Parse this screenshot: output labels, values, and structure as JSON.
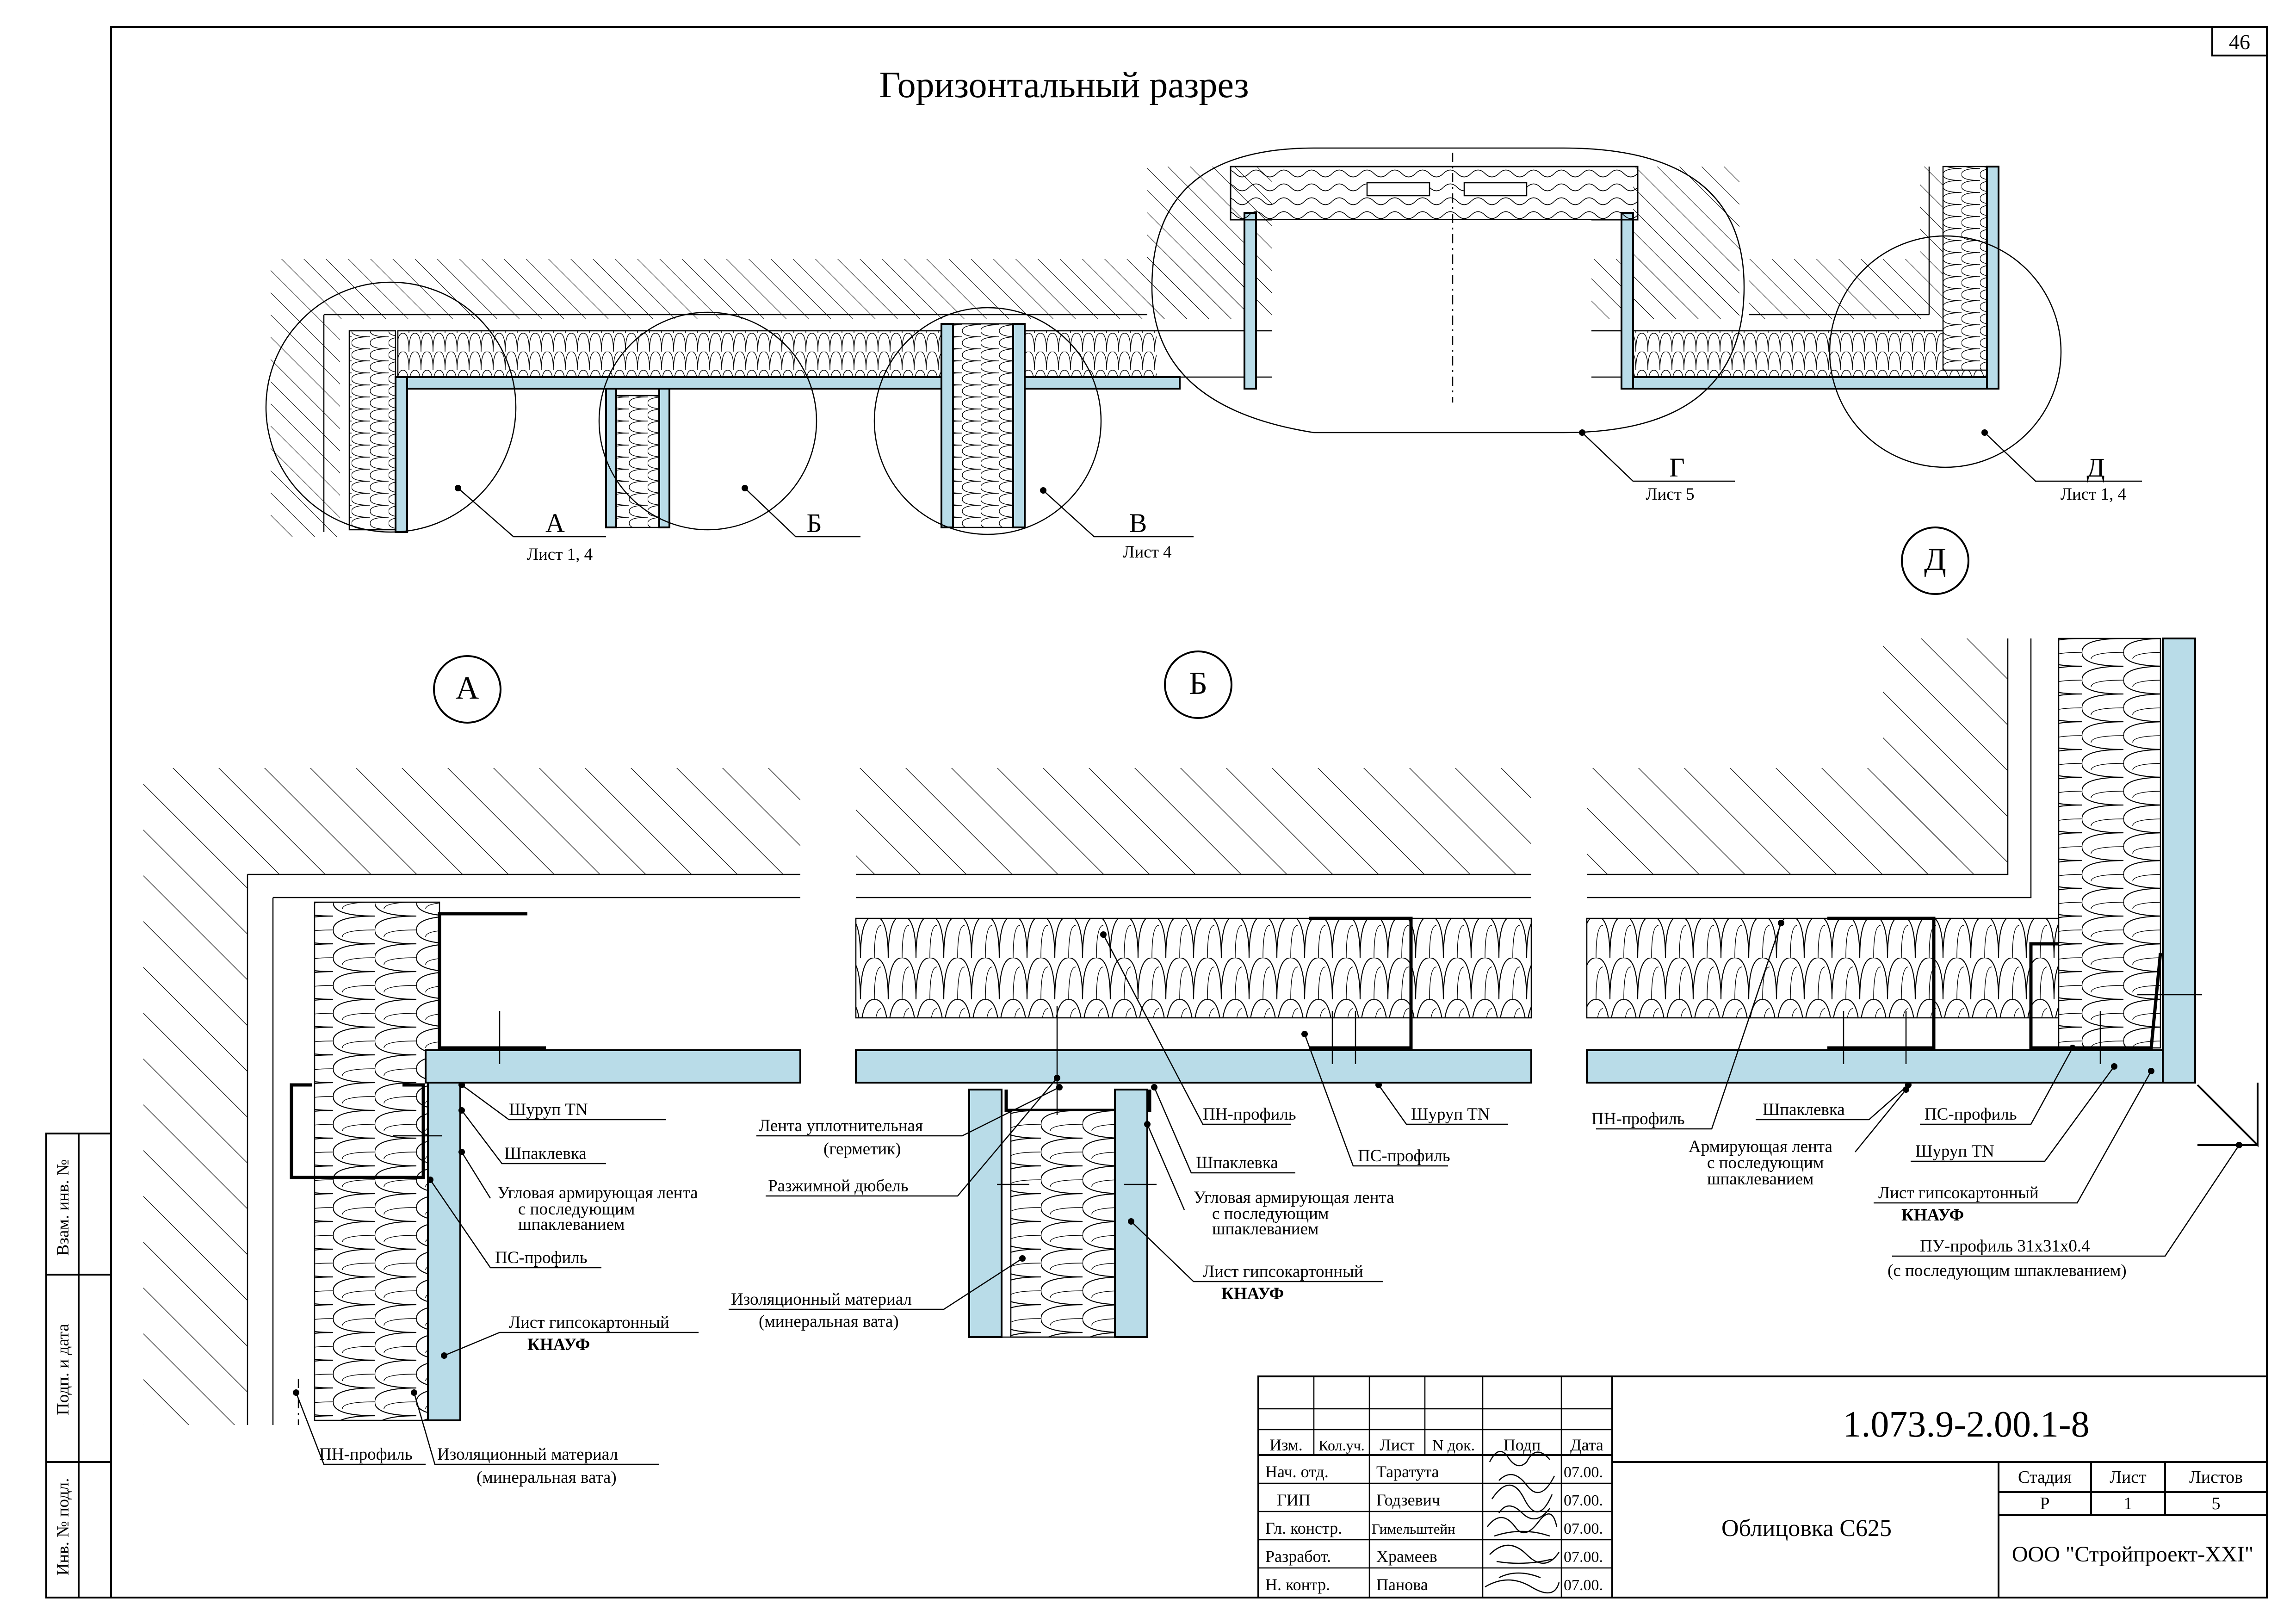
{
  "page_number": "46",
  "title": "Горизонтальный разрез",
  "overview": {
    "callouts": [
      {
        "id": "overview-callout-a",
        "letter": "А",
        "sheet": "Лист 1, 4"
      },
      {
        "id": "overview-callout-b",
        "letter": "Б",
        "sheet": ""
      },
      {
        "id": "overview-callout-v",
        "letter": "В",
        "sheet": "Лист 4"
      },
      {
        "id": "overview-callout-g",
        "letter": "Г",
        "sheet": "Лист 5"
      },
      {
        "id": "overview-callout-d",
        "letter": "Д",
        "sheet": "Лист 1, 4"
      }
    ]
  },
  "details": {
    "a": {
      "letter": "А",
      "labels": {
        "screw": "Шуруп TN",
        "putty": "Шпаклевка",
        "corner_tape_1": "Угловая армирующая лента",
        "corner_tape_2": "с последующим",
        "corner_tape_3": "шпаклеванием",
        "ps_profile": "ПС-профиль",
        "gkl_1": "Лист гипсокартонный",
        "gkl_2": "КНАУФ",
        "pn_profile": "ПН-профиль",
        "insulation_1": "Изоляционный материал",
        "insulation_2": "(минеральная вата)"
      }
    },
    "b": {
      "letter": "Б",
      "labels": {
        "seal_tape_1": "Лента уплотнительная",
        "seal_tape_2": "(герметик)",
        "dowel": "Разжимной дюбель",
        "insulation_1": "Изоляционный материал",
        "insulation_2": "(минеральная вата)",
        "pn_profile": "ПН-профиль",
        "putty": "Шпаклевка",
        "corner_tape_1": "Угловая армирующая лента",
        "corner_tape_2": "с последующим",
        "corner_tape_3": "шпаклеванием",
        "gkl_1": "Лист гипсокартонный",
        "gkl_2": "КНАУФ",
        "ps_profile": "ПС-профиль",
        "screw": "Шуруп TN"
      }
    },
    "d": {
      "letter": "Д",
      "labels": {
        "pn_profile": "ПН-профиль",
        "putty": "Шпаклевка",
        "tape_1": "Армирующая лента",
        "tape_2": "с последующим",
        "tape_3": "шпаклеванием",
        "ps_profile": "ПС-профиль",
        "screw": "Шуруп TN",
        "gkl_1": "Лист гипсокартонный",
        "gkl_2": "КНАУФ",
        "pu_profile_1": "ПУ-профиль 31x31x0.4",
        "pu_profile_2": "(с последующим шпаклеванием)"
      }
    }
  },
  "side_stamps": {
    "vzam": "Взам. инв. №",
    "podp": "Подп. и дата",
    "inv": "Инв. № подл."
  },
  "title_block": {
    "code": "1.073.9-2.00.1-8",
    "header": [
      "Изм.",
      "Кол.уч.",
      "Лист",
      "N док.",
      "Подп",
      "Дата"
    ],
    "rows": [
      {
        "role": "Нач. отд.",
        "name": "Таратута",
        "date": "07.00."
      },
      {
        "role": "ГИП",
        "name": "Годзевич",
        "date": "07.00."
      },
      {
        "role": "Гл. констр.",
        "name": "Гимельштейн",
        "date": "07.00."
      },
      {
        "role": "Разработ.",
        "name": "Храмеев",
        "date": "07.00."
      },
      {
        "role": "Н. контр.",
        "name": "Панова",
        "date": "07.00."
      }
    ],
    "name": "Облицовка С625",
    "stage_label": "Стадия",
    "sheet_label": "Лист",
    "sheets_label": "Листов",
    "stage": "Р",
    "sheet": "1",
    "sheets": "5",
    "company": "ООО \"Стройпроект-XXI\""
  }
}
